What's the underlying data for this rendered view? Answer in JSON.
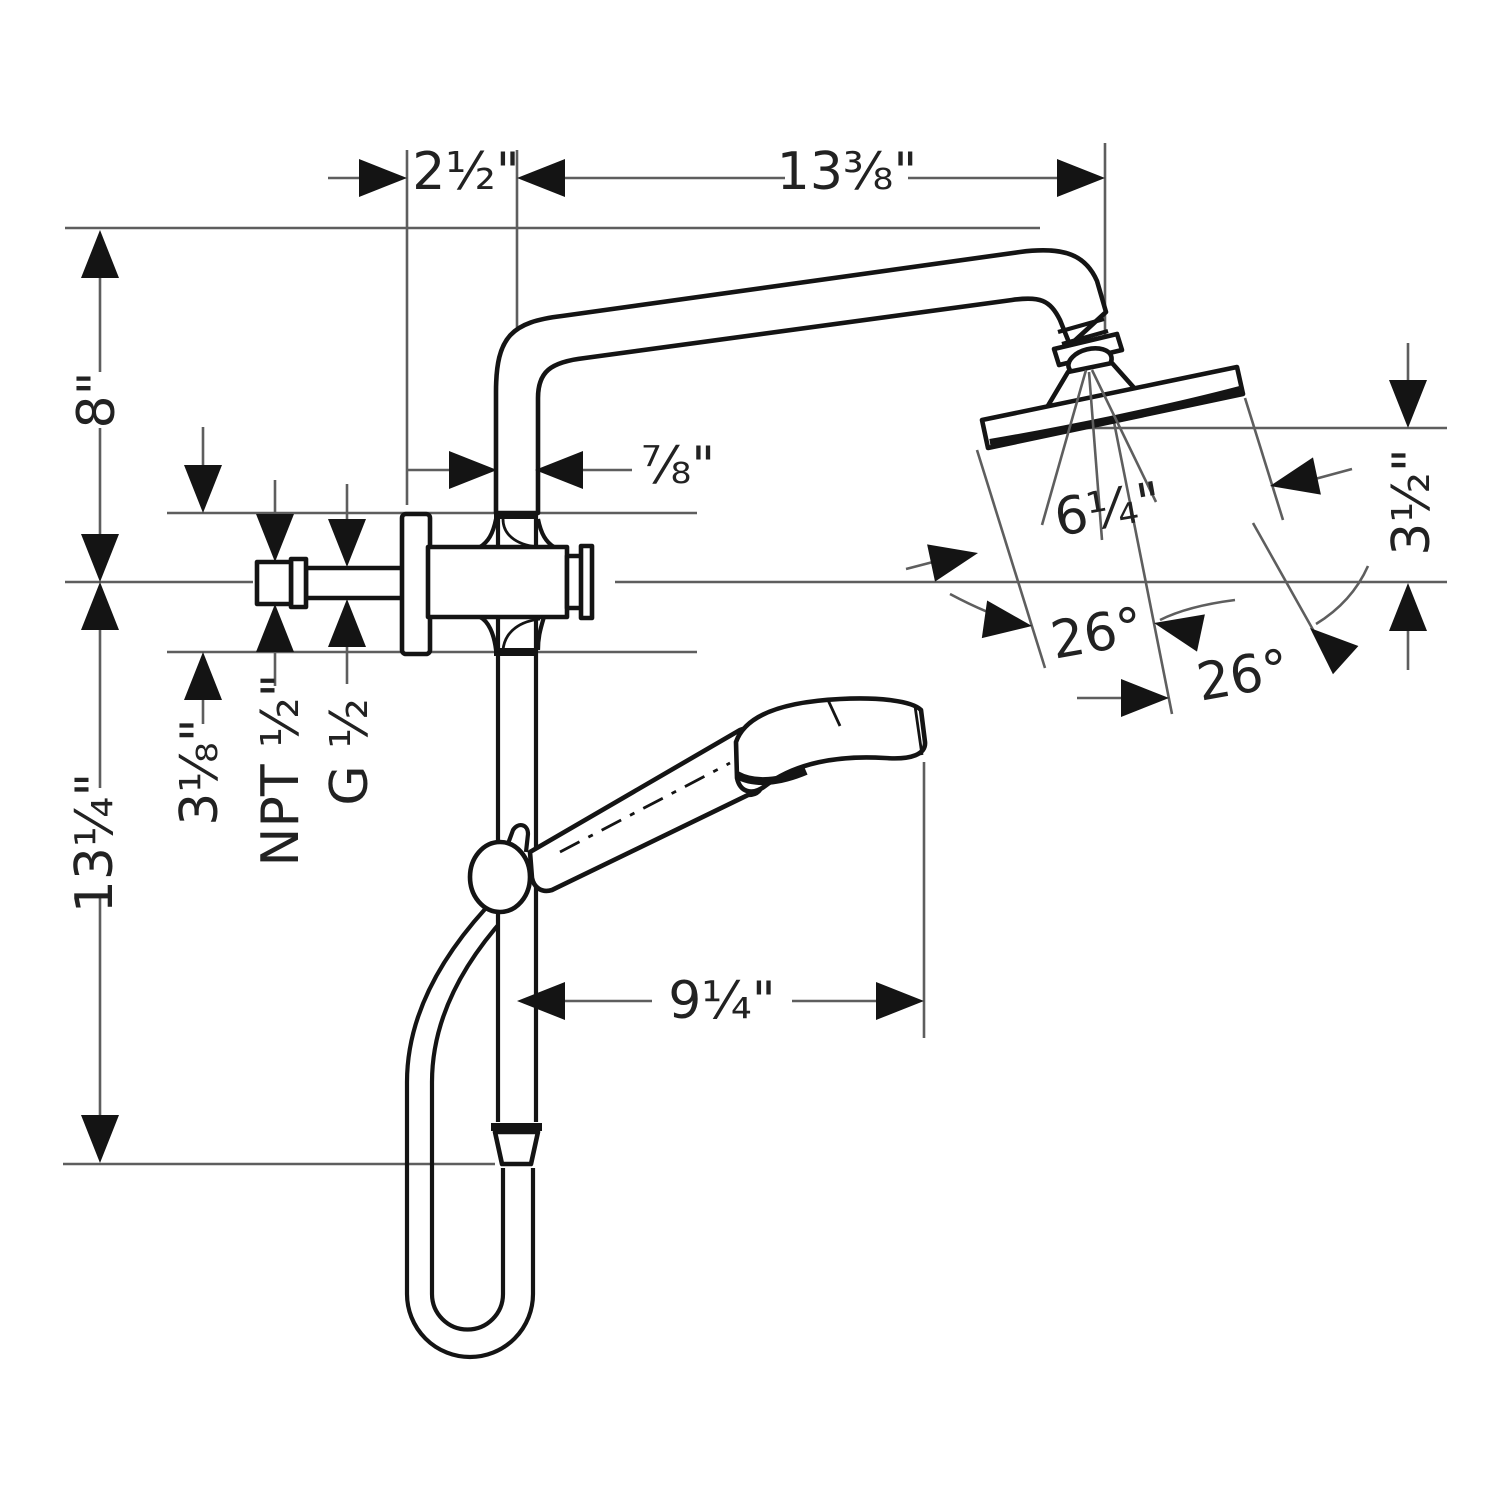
{
  "drawing": {
    "type": "technical-dimension-diagram",
    "subject": "showerpipe set: overhead shower with arm, volume-control valve, slide bar, handshower and hose",
    "colors": {
      "outline": "#141414",
      "dim_lines": "#5e5e5e",
      "text": "#222222",
      "background": "#ffffff"
    }
  },
  "dims": {
    "offset": "2½\"",
    "arm_reach": "13⅜\"",
    "height_8": "8\"",
    "pipe_dia": "⅞\"",
    "plate_h": "3⅛\"",
    "npt": "NPT ½\"",
    "g": "G ½",
    "bar_len": "13¼\"",
    "hand_reach": "9¼\"",
    "head_dia": "6¼\"",
    "angle_left": "26°",
    "angle_right": "26°",
    "head_drop": "3½\""
  }
}
